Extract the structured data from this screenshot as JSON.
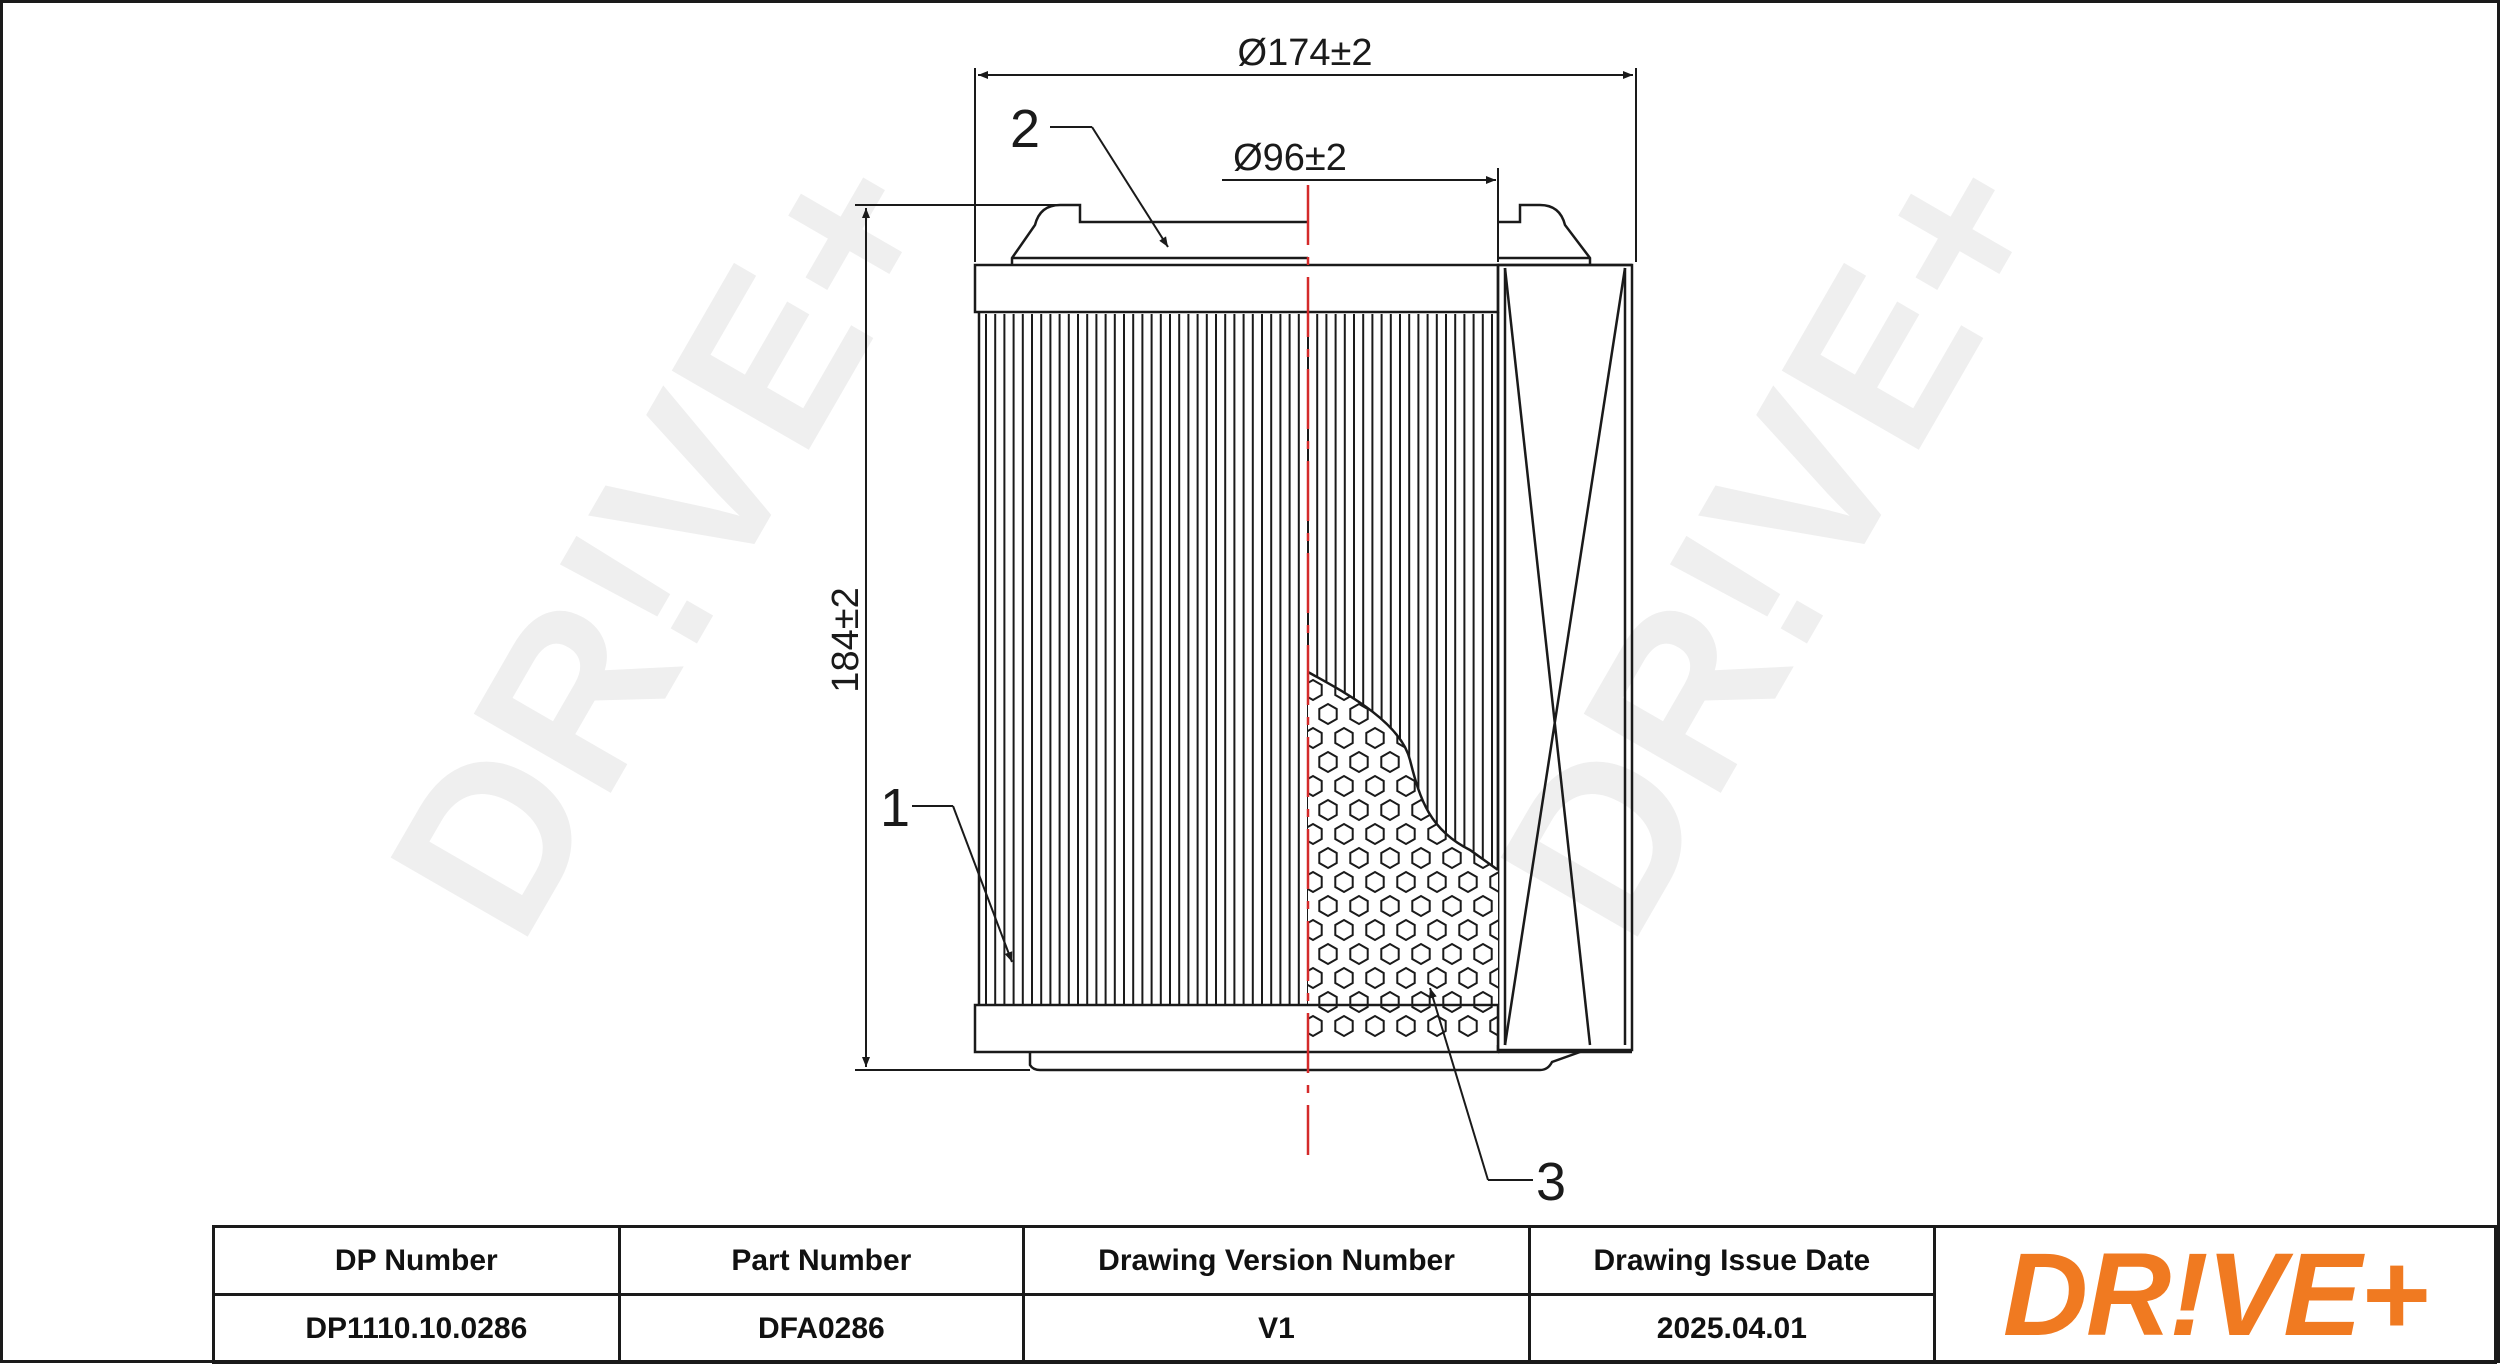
{
  "watermark": "DR!VE+",
  "dimensions": {
    "outer_diameter": "Ø174±2",
    "inner_diameter": "Ø96±2",
    "height": "184±2"
  },
  "callouts": [
    "1",
    "2",
    "3"
  ],
  "title_block": {
    "headers": [
      "DP Number",
      "Part Number",
      "Drawing Version Number",
      "Drawing Issue Date"
    ],
    "values": [
      "DP1110.10.0286",
      "DFA0286",
      "V1",
      "2025.04.01"
    ]
  },
  "logo": {
    "text": "DR!VE+",
    "color": "#f07a21"
  },
  "colors": {
    "line": "#1a1a1a",
    "centerline": "#d42a2a",
    "watermark": "#efefef"
  }
}
